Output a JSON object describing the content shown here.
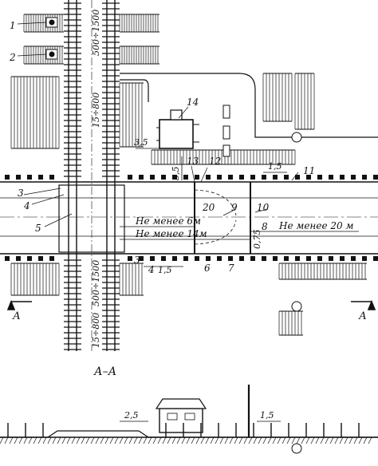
{
  "callouts": {
    "n1": "1",
    "n2": "2",
    "n3a": "3",
    "n3b": "3",
    "n4a": "4",
    "n4b": "4",
    "n5": "5",
    "n6": "6",
    "n7": "7",
    "n8": "8",
    "n9": "9",
    "n10": "10",
    "n11": "11",
    "n12": "12",
    "n13": "13",
    "n14": "14",
    "n20": "20"
  },
  "dimensions": {
    "d500_1500_top": "500÷1500",
    "d15_800_top": "15÷800",
    "d500_1500_bottom": "500÷1500",
    "d15_800_bottom": "15÷800",
    "d35_a": "3,5",
    "d35_b": "3,5",
    "d15_a": "1,5",
    "d15_b": "1,5",
    "d075": "0,75",
    "d15_section": "1,5",
    "d25_section": "2,5"
  },
  "notes": {
    "min6": "Не менее 6м",
    "min14": "Не менее 14м",
    "min20": "Не менее 20 м"
  },
  "section": {
    "title": "А–А",
    "marker_left": "А",
    "marker_right": "А"
  },
  "colors": {
    "ink": "#111111",
    "paper": "#ffffff"
  }
}
